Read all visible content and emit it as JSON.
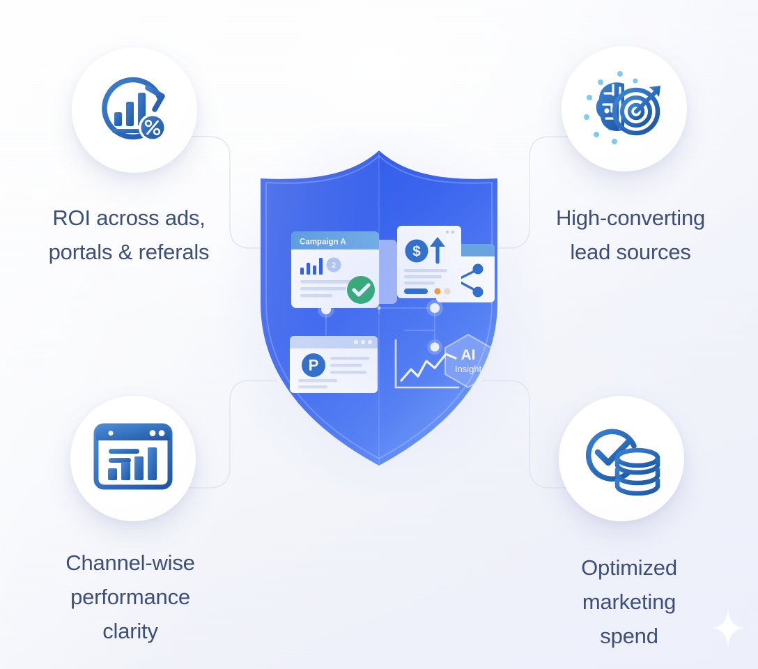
{
  "meta": {
    "kind": "marketing-benefits-infographic",
    "accent_blue": "#2f5fe8",
    "accent_blue_light": "#5b8cf5",
    "icon_blue": "#2b6cc4",
    "icon_blue_dark": "#1f5aa8",
    "text_color": "#3c4f78",
    "dot_blue": "#7ec4ee",
    "check_green": "#34b06b",
    "page_bg": "#f2f4fa"
  },
  "features": [
    {
      "id": "roi-across-channels",
      "position": "top-left",
      "icon": "roi-analytics-icon",
      "icon_parts": [
        "circular-refresh-arrow",
        "bar-chart",
        "percent-badge"
      ],
      "label_lines": [
        "ROI across ads,",
        "portals & referals"
      ],
      "label": "ROI across ads,\nportals & referals"
    },
    {
      "id": "high-converting-lead-sources",
      "position": "top-right",
      "icon": "brain-target-icon",
      "icon_parts": [
        "brain",
        "dartboard-target",
        "arrow",
        "sparkle-dots"
      ],
      "label_lines": [
        "High-converting",
        "lead sources"
      ],
      "label": "High-converting\nlead sources"
    },
    {
      "id": "channel-wise-performance-clarity",
      "position": "bottom-left",
      "icon": "dashboard-bar-chart-icon",
      "icon_parts": [
        "browser-window",
        "ascending-bars",
        "text-lines"
      ],
      "label_lines": [
        "Channel-wise",
        "performance",
        "clarity"
      ],
      "label": "Channel-wise\nperformance\nclarity"
    },
    {
      "id": "optimized-marketing-spend",
      "position": "bottom-right",
      "icon": "check-coins-icon",
      "icon_parts": [
        "check-circle",
        "coin-stack"
      ],
      "label_lines": [
        "Optimized",
        "marketing",
        "spend"
      ],
      "label": "Optimized\nmarketing\nspend"
    }
  ],
  "shield": {
    "name": "protection-shield",
    "gradient_from": "#2f5fe8",
    "gradient_to": "#6f9bf8",
    "cards": [
      {
        "id": "campaign-card",
        "name": "campaign-a-card",
        "title": "Campaign A",
        "elements": [
          "bar-chart",
          "rank-badge",
          "text-lines",
          "green-check-badge"
        ],
        "badge_text": "2"
      },
      {
        "id": "revenue-card",
        "name": "revenue-growth-card",
        "title": "",
        "elements": [
          "dollar-coin",
          "up-arrow",
          "text-lines",
          "pill-button",
          "orange-dot",
          "share-network-icon"
        ]
      },
      {
        "id": "portal-card",
        "name": "portal-window-card",
        "title": "",
        "badge_letter": "P",
        "elements": [
          "browser-window-dots",
          "p-avatar",
          "text-lines"
        ]
      },
      {
        "id": "ai-insight",
        "name": "ai-insight-hexagon",
        "title_line1": "AI",
        "title_line2": "Insight",
        "elements": [
          "line-chart",
          "hexagon-badge"
        ]
      }
    ],
    "nodes": 3
  },
  "decor": {
    "sparkle": "four-point-star-sparkle",
    "connector_traces": 4
  }
}
